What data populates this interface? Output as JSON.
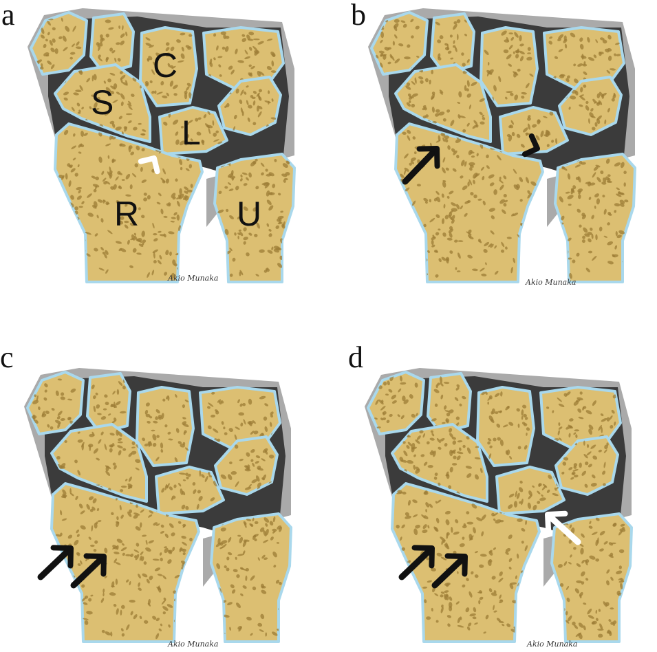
{
  "figure": {
    "colors": {
      "bone_fill": "#dcbf72",
      "bone_edge": "#8a7328",
      "trabecula": "#9c7c35",
      "cartilage": "#a9d8ec",
      "joint_space": "#3b3b3b",
      "ligament": "#aaaaaa",
      "arrow_black": "#111111",
      "arrow_white": "#ffffff"
    },
    "signature_text": "Akio Munaka",
    "panels": [
      {
        "letter": "a",
        "bone_labels": {
          "scaphoid": "S",
          "capitate": "C",
          "lunate": "L",
          "radius": "R",
          "ulna": "U"
        },
        "markers": [
          {
            "kind": "arrowhead",
            "color": "white"
          }
        ]
      },
      {
        "letter": "b",
        "bone_labels": {},
        "markers": [
          {
            "kind": "arrow",
            "color": "black"
          },
          {
            "kind": "arrowhead",
            "color": "black"
          }
        ]
      },
      {
        "letter": "c",
        "bone_labels": {},
        "markers": [
          {
            "kind": "arrow",
            "color": "black"
          },
          {
            "kind": "arrow",
            "color": "black"
          }
        ]
      },
      {
        "letter": "d",
        "bone_labels": {},
        "markers": [
          {
            "kind": "arrow",
            "color": "black"
          },
          {
            "kind": "arrow",
            "color": "black"
          },
          {
            "kind": "arrow",
            "color": "white"
          }
        ]
      }
    ]
  }
}
